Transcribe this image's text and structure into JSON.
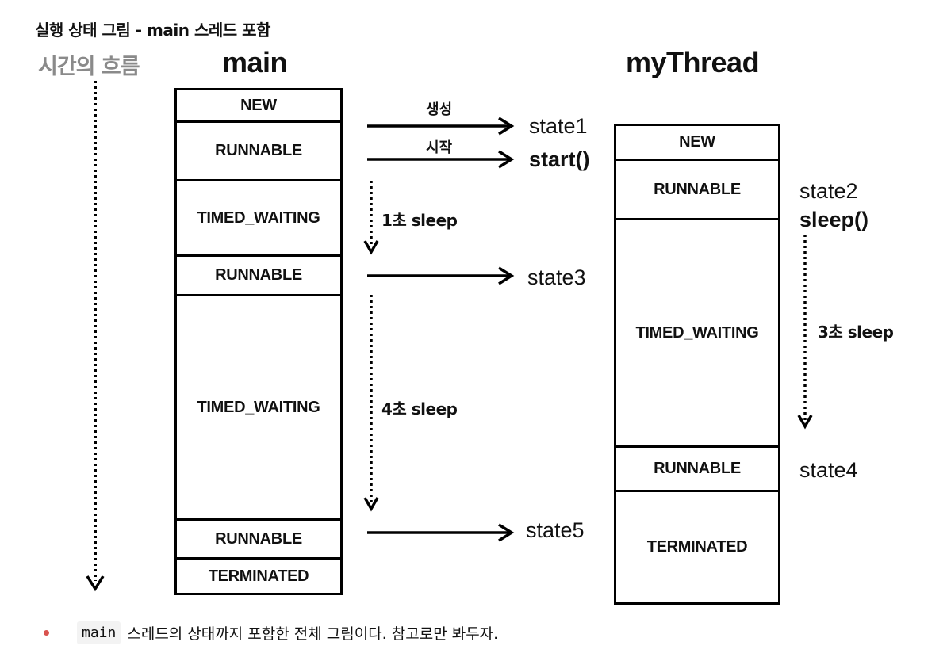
{
  "heading": "실행 상태 그림 - main 스레드 포함",
  "time_label": "시간의 흐름",
  "main": {
    "title": "main",
    "states": [
      "NEW",
      "RUNNABLE",
      "TIMED_WAITING",
      "RUNNABLE",
      "TIMED_WAITING",
      "RUNNABLE",
      "TERMINATED"
    ]
  },
  "mythread": {
    "title": "myThread",
    "states": [
      "NEW",
      "RUNNABLE",
      "TIMED_WAITING",
      "RUNNABLE",
      "TERMINATED"
    ]
  },
  "arrows": {
    "create_label": "생성",
    "start_label": "시작"
  },
  "annotations": {
    "state1": "state1",
    "start": "start()",
    "state2": "state2",
    "sleep": "sleep()",
    "state3": "state3",
    "state4": "state4",
    "state5": "state5"
  },
  "sleeps": {
    "main_1": "1초 sleep",
    "main_4": "4초 sleep",
    "thread_3": "3초 sleep"
  },
  "footer": {
    "code": "main",
    "text": "스레드의 상태까지 포함한 전체 그림이다. 참고로만 봐두자."
  }
}
